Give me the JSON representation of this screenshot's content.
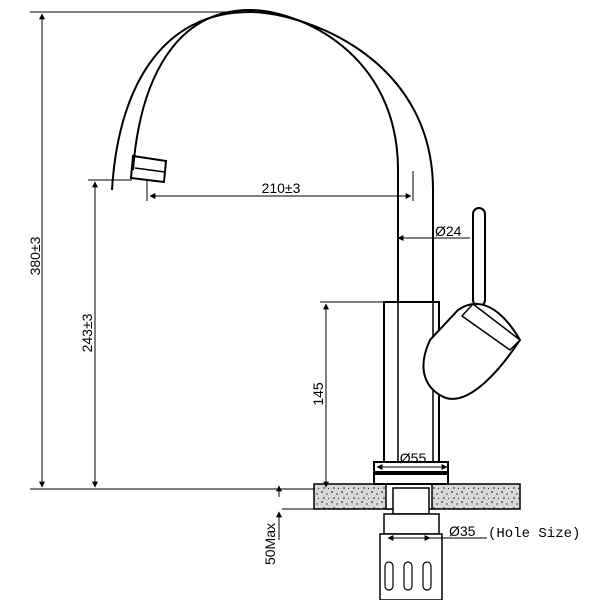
{
  "dimensions": {
    "total_height": "380±3",
    "spout_height": "243±3",
    "spout_reach": "210±3",
    "spout_diameter": "Ø24",
    "body_height": "145",
    "body_diameter": "Ø55",
    "hole_size_diameter": "Ø35",
    "hole_size_label": "(Hole Size)",
    "max_thickness": "50Max"
  }
}
